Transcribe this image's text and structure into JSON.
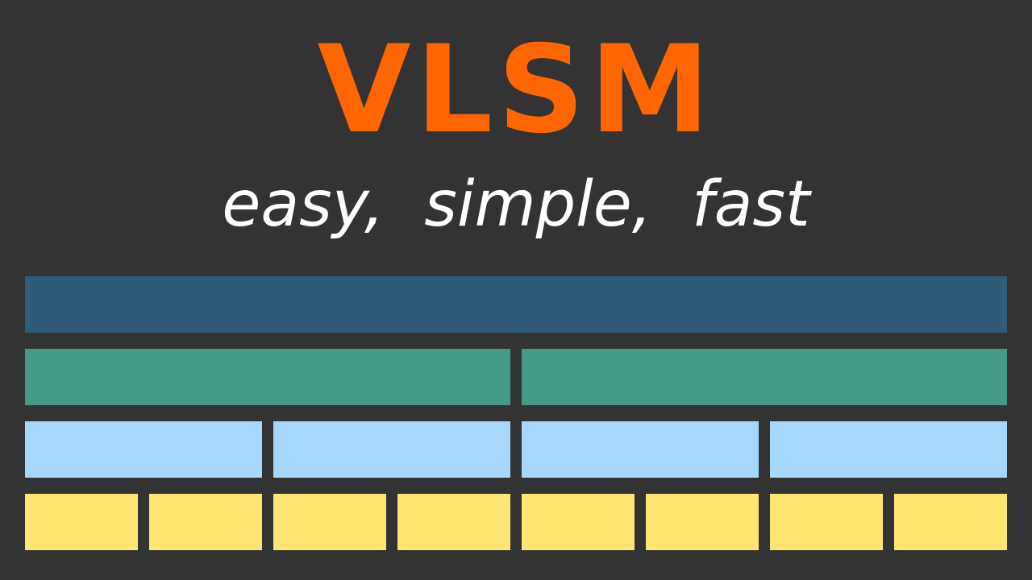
{
  "title": "VLSM",
  "subtitle": "easy,  simple,  fast",
  "colors": {
    "background": "#333333",
    "title": "#ff6600",
    "subtitle": "#ffffff"
  },
  "diagram": {
    "rows": [
      {
        "color": "#2e5c7a",
        "count": 1
      },
      {
        "color": "#439a87",
        "count": 2
      },
      {
        "color": "#a6d8fd",
        "count": 4
      },
      {
        "color": "#ffe571",
        "count": 8
      }
    ]
  }
}
